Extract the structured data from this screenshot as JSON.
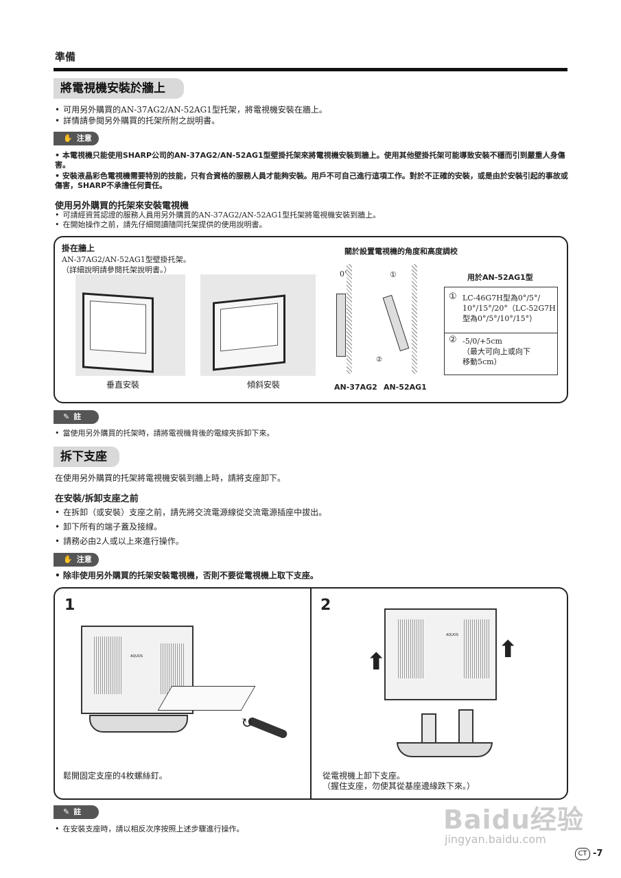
{
  "header": {
    "section": "準備",
    "page_number": "-7",
    "ct_badge": "CT"
  },
  "wall_mount": {
    "title": "將電視機安裝於牆上",
    "bullets": [
      "可用另外購買的AN-37AG2/AN-52AG1型托架，將電視機安裝在牆上。",
      "詳情請參閱另外購買的托架所附之說明書。"
    ],
    "caution_label": "注意",
    "caution_bullets": [
      "本電視機只能使用SHARP公司的AN-37AG2/AN-52AG1型壁掛托架來將電視機安裝到牆上。使用其他壁掛托架可能導致安裝不穩而引到嚴重人身傷害。",
      "安裝液晶彩色電視機需要特別的技能，只有合資格的服務人員才能夠安裝。用戶不可自己進行這項工作。對於不正確的安裝，或是由於安裝引起的事故或傷害，SHARP不承擔任何責任。"
    ],
    "sub_heading": "使用另外購買的托架來安裝電視機",
    "sub_bullets": [
      "可請經資質認證的服務人員用另外購買的AN-37AG2/AN-52AG1型托架將電視機安裝到牆上。",
      "在開始操作之前，請先仔細閱讀隨同托架提供的使用說明書。"
    ],
    "figure": {
      "hanging_title": "掛在牆上",
      "hanging_desc1": "AN-37AG2/AN-52AG1型壁掛托架。",
      "hanging_desc2": "（詳細說明請參閱托架說明書。）",
      "vertical_caption": "垂直安裝",
      "tilt_caption": "傾斜安裝",
      "angle_title": "關於設置電視機的角度和高度調校",
      "zero_deg": "0°",
      "circle1": "①",
      "circle2": "②",
      "model_left": "AN-37AG2",
      "model_right": "AN-52AG1",
      "for_model": "用於AN-52AG1型",
      "spec1_num": "①",
      "spec1_l1": "LC-46G7H型為0°/5°/",
      "spec1_l2": "10°/15°/20°（LC-52G7H",
      "spec1_l3": "型為0°/5°/10°/15°）",
      "spec2_num": "②",
      "spec2_l1": "-5/0/+5cm",
      "spec2_l2": "（最大可向上或向下",
      "spec2_l3": "移動5cm）"
    },
    "note_label": "註",
    "note_bullet": "當使用另外購買的托架時，請將電視機背後的電線夾拆卸下來。"
  },
  "stand_removal": {
    "title": "拆下支座",
    "intro": "在使用另外購買的托架將電視機安裝到牆上時，請將支座卸下。",
    "sub_heading": "在安裝/拆卸支座之前",
    "bullets": [
      "在拆卸（或安裝）支座之前，請先將交流電源線從交流電源插座中拔出。",
      "卸下所有的端子蓋及接線。",
      "請務必由2人或以上來進行操作。"
    ],
    "caution_label": "注意",
    "caution_bullet": "除非使用另外購買的托架安裝電視機，否則不要從電視機上取下支座。",
    "step1_num": "1",
    "step1_caption": "鬆開固定支座的4枚螺絲釘。",
    "step2_num": "2",
    "step2_caption1": "從電視機上卸下支座。",
    "step2_caption2": "（握住支座，勿使其從基座邊緣跌下來。）",
    "tv_logo": "AQUOS",
    "note_label": "註",
    "note_bullet": "在安裝支座時，請以相反次序按照上述步驟進行操作。"
  },
  "watermark": {
    "brand": "Baidu经验",
    "url": "jingyan.baidu.com"
  }
}
